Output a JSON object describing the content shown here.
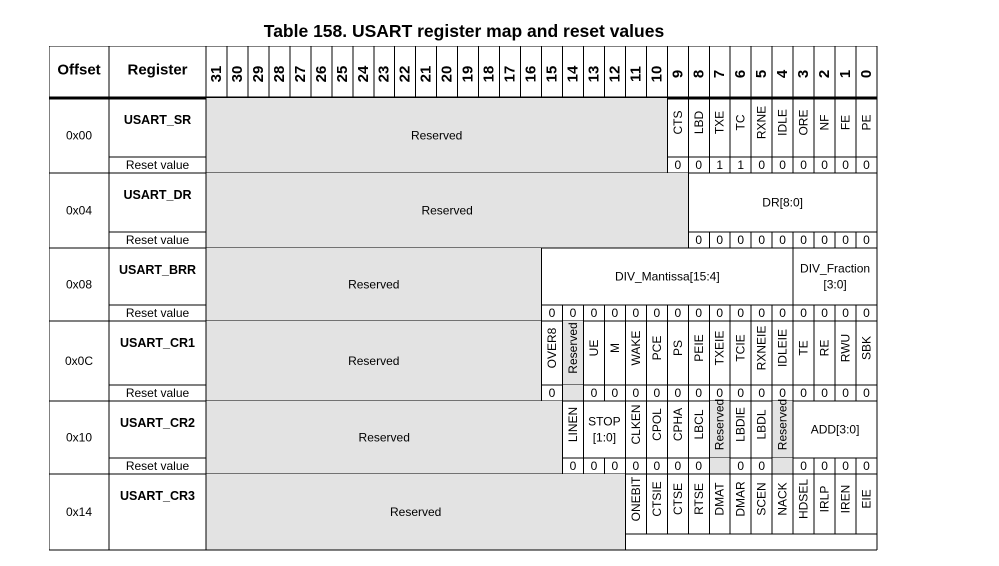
{
  "title": "Table 158. USART register map and reset values",
  "headers": {
    "offset": "Offset",
    "register": "Register"
  },
  "bits": [
    "31",
    "30",
    "29",
    "28",
    "27",
    "26",
    "25",
    "24",
    "23",
    "22",
    "21",
    "20",
    "19",
    "18",
    "17",
    "16",
    "15",
    "14",
    "13",
    "12",
    "11",
    "10",
    "9",
    "8",
    "7",
    "6",
    "5",
    "4",
    "3",
    "2",
    "1",
    "0"
  ],
  "reset_label": "Reset value",
  "registers": [
    {
      "offset": "0x00",
      "name": "USART_SR",
      "fields": [
        {
          "label": "Reserved",
          "from": 31,
          "to": 10,
          "reserved": true
        },
        {
          "label": "CTS",
          "from": 9,
          "to": 9,
          "vertical": true
        },
        {
          "label": "LBD",
          "from": 8,
          "to": 8,
          "vertical": true
        },
        {
          "label": "TXE",
          "from": 7,
          "to": 7,
          "vertical": true
        },
        {
          "label": "TC",
          "from": 6,
          "to": 6,
          "vertical": true
        },
        {
          "label": "RXNE",
          "from": 5,
          "to": 5,
          "vertical": true
        },
        {
          "label": "IDLE",
          "from": 4,
          "to": 4,
          "vertical": true
        },
        {
          "label": "ORE",
          "from": 3,
          "to": 3,
          "vertical": true
        },
        {
          "label": "NF",
          "from": 2,
          "to": 2,
          "vertical": true
        },
        {
          "label": "FE",
          "from": 1,
          "to": 1,
          "vertical": true
        },
        {
          "label": "PE",
          "from": 0,
          "to": 0,
          "vertical": true
        }
      ],
      "reset": [
        {
          "bit": 9,
          "value": "0"
        },
        {
          "bit": 8,
          "value": "0"
        },
        {
          "bit": 7,
          "value": "1"
        },
        {
          "bit": 6,
          "value": "1"
        },
        {
          "bit": 5,
          "value": "0"
        },
        {
          "bit": 4,
          "value": "0"
        },
        {
          "bit": 3,
          "value": "0"
        },
        {
          "bit": 2,
          "value": "0"
        },
        {
          "bit": 1,
          "value": "0"
        },
        {
          "bit": 0,
          "value": "0"
        }
      ]
    },
    {
      "offset": "0x04",
      "name": "USART_DR",
      "fields": [
        {
          "label": "Reserved",
          "from": 31,
          "to": 9,
          "reserved": true
        },
        {
          "label": "DR[8:0]",
          "from": 8,
          "to": 0
        }
      ],
      "reset": [
        {
          "bit": 8,
          "value": "0"
        },
        {
          "bit": 7,
          "value": "0"
        },
        {
          "bit": 6,
          "value": "0"
        },
        {
          "bit": 5,
          "value": "0"
        },
        {
          "bit": 4,
          "value": "0"
        },
        {
          "bit": 3,
          "value": "0"
        },
        {
          "bit": 2,
          "value": "0"
        },
        {
          "bit": 1,
          "value": "0"
        },
        {
          "bit": 0,
          "value": "0"
        }
      ]
    },
    {
      "offset": "0x08",
      "name": "USART_BRR",
      "fields": [
        {
          "label": "Reserved",
          "from": 31,
          "to": 16,
          "reserved": true
        },
        {
          "label": "DIV_Mantissa[15:4]",
          "from": 15,
          "to": 4
        },
        {
          "label": "DIV_Fraction",
          "label2": "[3:0]",
          "from": 3,
          "to": 0
        }
      ],
      "reset": [
        {
          "bit": 15,
          "value": "0"
        },
        {
          "bit": 14,
          "value": "0"
        },
        {
          "bit": 13,
          "value": "0"
        },
        {
          "bit": 12,
          "value": "0"
        },
        {
          "bit": 11,
          "value": "0"
        },
        {
          "bit": 10,
          "value": "0"
        },
        {
          "bit": 9,
          "value": "0"
        },
        {
          "bit": 8,
          "value": "0"
        },
        {
          "bit": 7,
          "value": "0"
        },
        {
          "bit": 6,
          "value": "0"
        },
        {
          "bit": 5,
          "value": "0"
        },
        {
          "bit": 4,
          "value": "0"
        },
        {
          "bit": 3,
          "value": "0"
        },
        {
          "bit": 2,
          "value": "0"
        },
        {
          "bit": 1,
          "value": "0"
        },
        {
          "bit": 0,
          "value": "0"
        }
      ]
    },
    {
      "offset": "0x0C",
      "name": "USART_CR1",
      "fields": [
        {
          "label": "Reserved",
          "from": 31,
          "to": 16,
          "reserved": true
        },
        {
          "label": "OVER8",
          "from": 15,
          "to": 15,
          "vertical": true
        },
        {
          "label": "Reserved",
          "from": 14,
          "to": 14,
          "vertical": true,
          "reserved": true
        },
        {
          "label": "UE",
          "from": 13,
          "to": 13,
          "vertical": true
        },
        {
          "label": "M",
          "from": 12,
          "to": 12,
          "vertical": true
        },
        {
          "label": "WAKE",
          "from": 11,
          "to": 11,
          "vertical": true
        },
        {
          "label": "PCE",
          "from": 10,
          "to": 10,
          "vertical": true
        },
        {
          "label": "PS",
          "from": 9,
          "to": 9,
          "vertical": true
        },
        {
          "label": "PEIE",
          "from": 8,
          "to": 8,
          "vertical": true
        },
        {
          "label": "TXEIE",
          "from": 7,
          "to": 7,
          "vertical": true
        },
        {
          "label": "TCIE",
          "from": 6,
          "to": 6,
          "vertical": true
        },
        {
          "label": "RXNEIE",
          "from": 5,
          "to": 5,
          "vertical": true
        },
        {
          "label": "IDLEIE",
          "from": 4,
          "to": 4,
          "vertical": true
        },
        {
          "label": "TE",
          "from": 3,
          "to": 3,
          "vertical": true
        },
        {
          "label": "RE",
          "from": 2,
          "to": 2,
          "vertical": true
        },
        {
          "label": "RWU",
          "from": 1,
          "to": 1,
          "vertical": true
        },
        {
          "label": "SBK",
          "from": 0,
          "to": 0,
          "vertical": true
        }
      ],
      "reset": [
        {
          "bit": 15,
          "value": "0"
        },
        {
          "bit": 13,
          "value": "0"
        },
        {
          "bit": 12,
          "value": "0"
        },
        {
          "bit": 11,
          "value": "0"
        },
        {
          "bit": 10,
          "value": "0"
        },
        {
          "bit": 9,
          "value": "0"
        },
        {
          "bit": 8,
          "value": "0"
        },
        {
          "bit": 7,
          "value": "0"
        },
        {
          "bit": 6,
          "value": "0"
        },
        {
          "bit": 5,
          "value": "0"
        },
        {
          "bit": 4,
          "value": "0"
        },
        {
          "bit": 3,
          "value": "0"
        },
        {
          "bit": 2,
          "value": "0"
        },
        {
          "bit": 1,
          "value": "0"
        },
        {
          "bit": 0,
          "value": "0"
        }
      ]
    },
    {
      "offset": "0x10",
      "name": "USART_CR2",
      "fields": [
        {
          "label": "Reserved",
          "from": 31,
          "to": 15,
          "reserved": true
        },
        {
          "label": "LINEN",
          "from": 14,
          "to": 14,
          "vertical": true
        },
        {
          "label": "STOP",
          "label2": "[1:0]",
          "from": 13,
          "to": 12
        },
        {
          "label": "CLKEN",
          "from": 11,
          "to": 11,
          "vertical": true
        },
        {
          "label": "CPOL",
          "from": 10,
          "to": 10,
          "vertical": true
        },
        {
          "label": "CPHA",
          "from": 9,
          "to": 9,
          "vertical": true
        },
        {
          "label": "LBCL",
          "from": 8,
          "to": 8,
          "vertical": true
        },
        {
          "label": "Reserved",
          "from": 7,
          "to": 7,
          "vertical": true,
          "reserved": true
        },
        {
          "label": "LBDIE",
          "from": 6,
          "to": 6,
          "vertical": true
        },
        {
          "label": "LBDL",
          "from": 5,
          "to": 5,
          "vertical": true
        },
        {
          "label": "Reserved",
          "from": 4,
          "to": 4,
          "vertical": true,
          "reserved": true
        },
        {
          "label": "ADD[3:0]",
          "from": 3,
          "to": 0
        }
      ],
      "reset": [
        {
          "bit": 14,
          "value": "0"
        },
        {
          "bit": 13,
          "value": "0"
        },
        {
          "bit": 12,
          "value": "0"
        },
        {
          "bit": 11,
          "value": "0"
        },
        {
          "bit": 10,
          "value": "0"
        },
        {
          "bit": 9,
          "value": "0"
        },
        {
          "bit": 8,
          "value": "0"
        },
        {
          "bit": 6,
          "value": "0"
        },
        {
          "bit": 5,
          "value": "0"
        },
        {
          "bit": 3,
          "value": "0"
        },
        {
          "bit": 2,
          "value": "0"
        },
        {
          "bit": 1,
          "value": "0"
        },
        {
          "bit": 0,
          "value": "0"
        }
      ]
    },
    {
      "offset": "0x14",
      "name": "USART_CR3",
      "fields": [
        {
          "label": "Reserved",
          "from": 31,
          "to": 12,
          "reserved": true
        },
        {
          "label": "ONEBIT",
          "from": 11,
          "to": 11,
          "vertical": true
        },
        {
          "label": "CTSIE",
          "from": 10,
          "to": 10,
          "vertical": true
        },
        {
          "label": "CTSE",
          "from": 9,
          "to": 9,
          "vertical": true
        },
        {
          "label": "RTSE",
          "from": 8,
          "to": 8,
          "vertical": true
        },
        {
          "label": "DMAT",
          "from": 7,
          "to": 7,
          "vertical": true
        },
        {
          "label": "DMAR",
          "from": 6,
          "to": 6,
          "vertical": true
        },
        {
          "label": "SCEN",
          "from": 5,
          "to": 5,
          "vertical": true
        },
        {
          "label": "NACK",
          "from": 4,
          "to": 4,
          "vertical": true
        },
        {
          "label": "HDSEL",
          "from": 3,
          "to": 3,
          "vertical": true
        },
        {
          "label": "IRLP",
          "from": 2,
          "to": 2,
          "vertical": true
        },
        {
          "label": "IREN",
          "from": 1,
          "to": 1,
          "vertical": true
        },
        {
          "label": "EIE",
          "from": 0,
          "to": 0,
          "vertical": true
        }
      ],
      "reset": []
    }
  ]
}
